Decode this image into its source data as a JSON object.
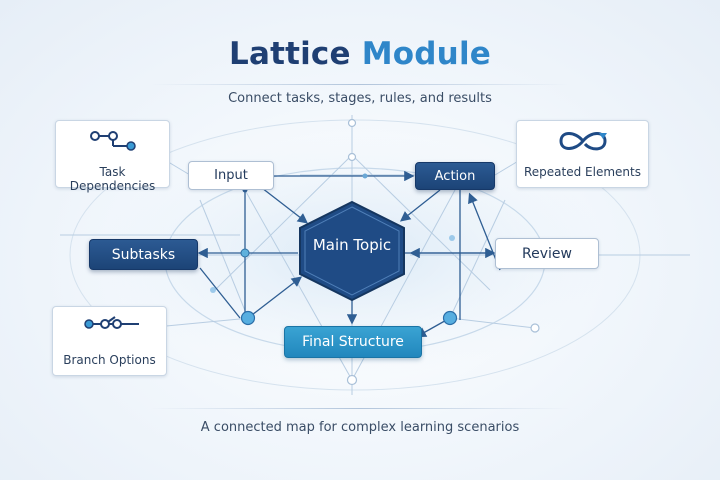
{
  "header": {
    "title_part1": "Lattice ",
    "title_part2": "Module",
    "subtitle": "Connect tasks, stages, rules, and results"
  },
  "footer": {
    "caption": "A connected map for complex learning scenarios"
  },
  "side_cards": {
    "task_dependencies": {
      "label": "Task Dependencies",
      "icon": "dependency-chain-icon"
    },
    "repeated_elements": {
      "label": "Repeated Elements",
      "icon": "loop-arrows-icon"
    },
    "branch_options": {
      "label": "Branch Options",
      "icon": "branch-icon"
    }
  },
  "nodes": {
    "input": "Input",
    "action": "Action",
    "subtasks": "Subtasks",
    "main_topic": "Main Topic",
    "review": "Review",
    "final_structure": "Final Structure"
  },
  "colors": {
    "navy": "#1f3f73",
    "accent_blue": "#2f86c9",
    "dark_node": "#1c4477",
    "teal_node": "#2187bd",
    "connector": "#5b86b3"
  }
}
